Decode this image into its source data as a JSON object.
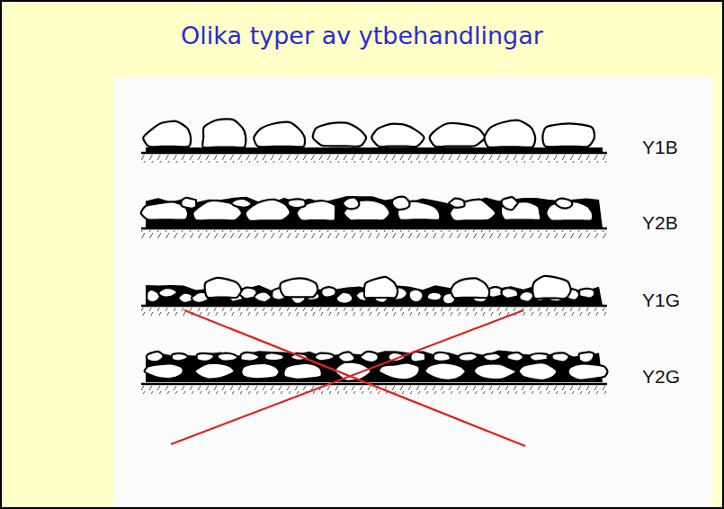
{
  "diagram": {
    "title": "Olika typer av ytbehandlingar",
    "labels": [
      "Y1B",
      "Y2B",
      "Y1G",
      "Y2G"
    ]
  }
}
